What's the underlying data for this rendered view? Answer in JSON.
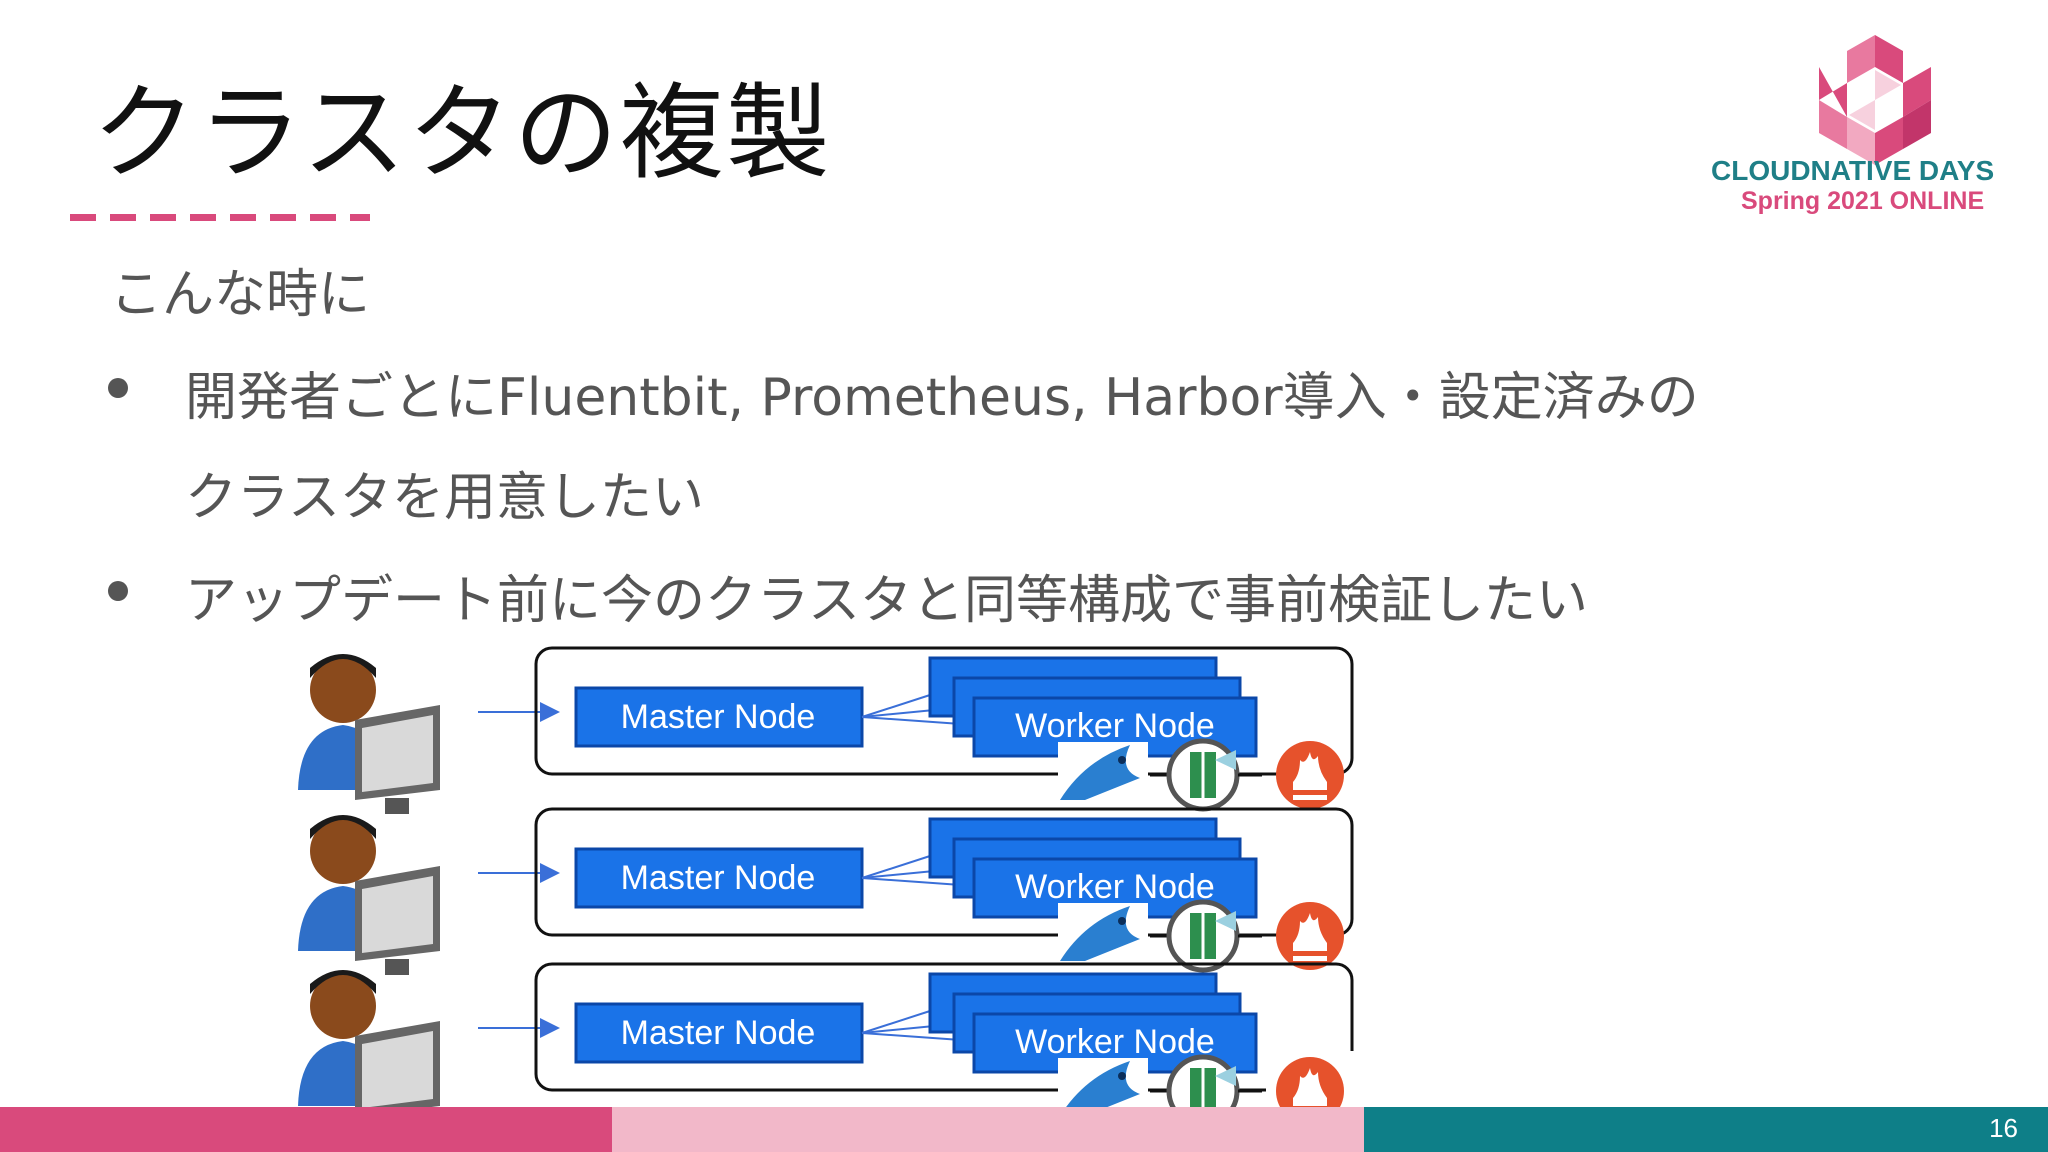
{
  "slide": {
    "title": "クラスタの複製",
    "intro": "こんな時に",
    "bullets": [
      {
        "line1": "開発者ごとにFluentbit, Prometheus, Harbor導入・設定済みの",
        "line2": "クラスタを用意したい"
      },
      {
        "line1": "アップデート前に今のクラスタと同等構成で事前検証したい",
        "line2": ""
      }
    ],
    "page_number": "16"
  },
  "logo": {
    "name_line": "CLOUDNATIVE DAYS",
    "event_line": "Spring 2021 ONLINE"
  },
  "diagram": {
    "clusters": [
      {
        "master_label": "Master Node",
        "worker_label": "Worker Node"
      },
      {
        "master_label": "Master Node",
        "worker_label": "Worker Node"
      },
      {
        "master_label": "Master Node",
        "worker_label": "Worker Node"
      }
    ]
  },
  "colors": {
    "pink": "#d94a7c",
    "light_pink": "#f2b8c9",
    "teal": "#0e7f88",
    "node_blue": "#1a73e8"
  }
}
